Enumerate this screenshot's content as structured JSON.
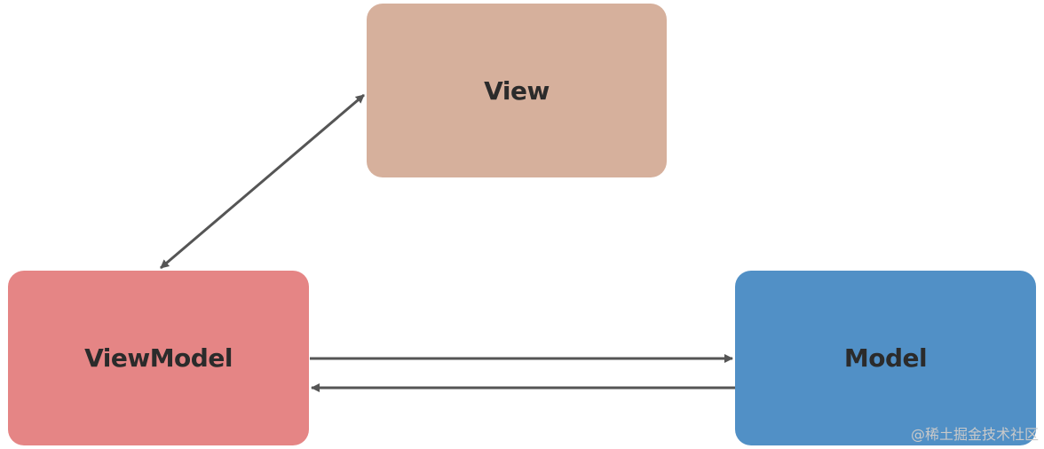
{
  "diagram": {
    "nodes": {
      "view": {
        "label": "View",
        "color": "#d6b09c"
      },
      "viewmodel": {
        "label": "ViewModel",
        "color": "#e58585"
      },
      "model": {
        "label": "Model",
        "color": "#5190c6"
      }
    },
    "edges": [
      {
        "from": "viewmodel",
        "to": "view",
        "direction": "bidirectional"
      },
      {
        "from": "viewmodel",
        "to": "model",
        "direction": "forward"
      },
      {
        "from": "model",
        "to": "viewmodel",
        "direction": "forward"
      }
    ],
    "connector_color": "#555555"
  },
  "watermark": "@稀土掘金技术社区"
}
